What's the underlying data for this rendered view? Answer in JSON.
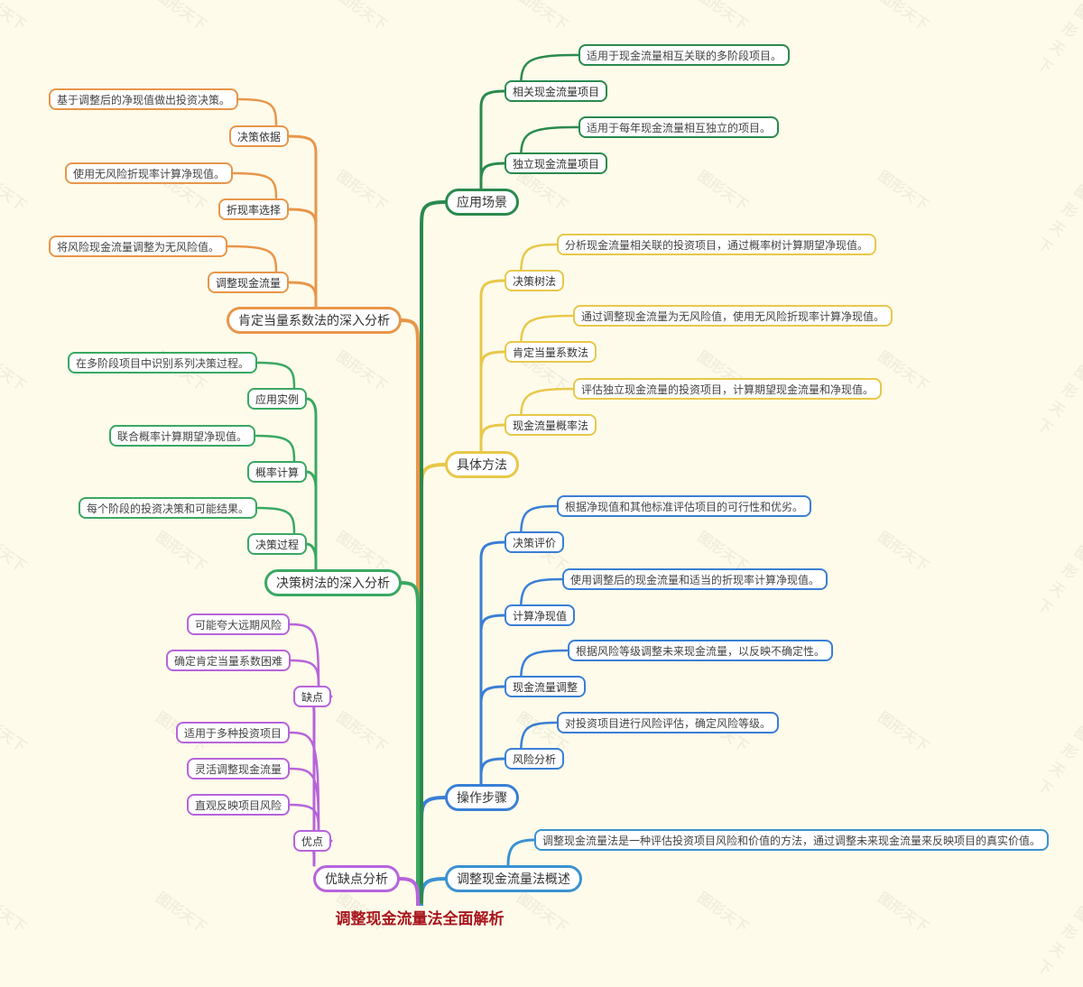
{
  "title": "调整现金流量法全面解析",
  "watermark": "图形天下",
  "colors": {
    "root": "#a8151c",
    "overview": "#3b92d2",
    "steps": "#3a7fd5",
    "methods": "#e8c84a",
    "scenarios": "#2a8a4e",
    "ce": "#e8964a",
    "tree": "#3aa862",
    "pros_cons": "#b764db"
  },
  "branches": {
    "overview": {
      "label": "调整现金流量法概述",
      "detail": "调整现金流量法是一种评估投资项目风险和价值的方法，通过调整未来现金流量来反映项目的真实价值。"
    },
    "steps": {
      "label": "操作步骤",
      "children": [
        {
          "label": "风险分析",
          "detail": "对投资项目进行风险评估，确定风险等级。"
        },
        {
          "label": "现金流量调整",
          "detail": "根据风险等级调整未来现金流量，以反映不确定性。"
        },
        {
          "label": "计算净现值",
          "detail": "使用调整后的现金流量和适当的折现率计算净现值。"
        },
        {
          "label": "决策评价",
          "detail": "根据净现值和其他标准评估项目的可行性和优劣。"
        }
      ]
    },
    "methods": {
      "label": "具体方法",
      "children": [
        {
          "label": "现金流量概率法",
          "detail": "评估独立现金流量的投资项目，计算期望现金流量和净现值。"
        },
        {
          "label": "肯定当量系数法",
          "detail": "通过调整现金流量为无风险值，使用无风险折现率计算净现值。"
        },
        {
          "label": "决策树法",
          "detail": "分析现金流量相关联的投资项目，通过概率树计算期望净现值。"
        }
      ]
    },
    "scenarios": {
      "label": "应用场景",
      "children": [
        {
          "label": "独立现金流量项目",
          "detail": "适用于每年现金流量相互独立的项目。"
        },
        {
          "label": "相关现金流量项目",
          "detail": "适用于现金流量相互关联的多阶段项目。"
        }
      ]
    },
    "ce": {
      "label": "肯定当量系数法的深入分析",
      "children": [
        {
          "label": "调整现金流量",
          "detail": "将风险现金流量调整为无风险值。"
        },
        {
          "label": "折现率选择",
          "detail": "使用无风险折现率计算净现值。"
        },
        {
          "label": "决策依据",
          "detail": "基于调整后的净现值做出投资决策。"
        }
      ]
    },
    "tree": {
      "label": "决策树法的深入分析",
      "children": [
        {
          "label": "决策过程",
          "detail": "每个阶段的投资决策和可能结果。"
        },
        {
          "label": "概率计算",
          "detail": "联合概率计算期望净现值。"
        },
        {
          "label": "应用实例",
          "detail": "在多阶段项目中识别系列决策过程。"
        }
      ]
    },
    "pros_cons": {
      "label": "优缺点分析",
      "pros": {
        "label": "优点",
        "items": [
          "直观反映项目风险",
          "灵活调整现金流量",
          "适用于多种投资项目"
        ]
      },
      "cons": {
        "label": "缺点",
        "items": [
          "确定肯定当量系数困难",
          "可能夸大远期风险"
        ]
      }
    }
  }
}
